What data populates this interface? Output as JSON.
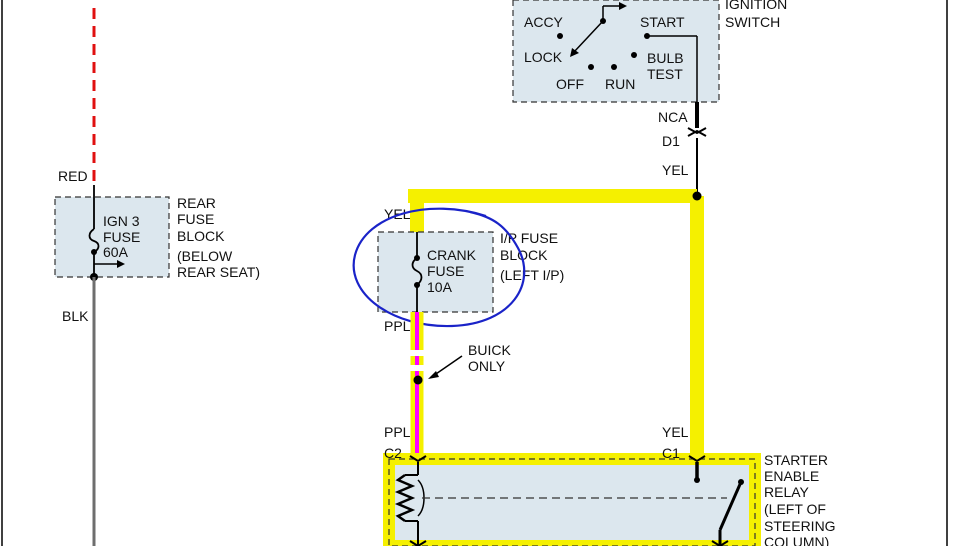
{
  "colors": {
    "wire_yellow": "#f5f000",
    "wire_red": "#e01010",
    "wire_black": "#000000",
    "wire_pink": "#ff00ff",
    "component_fill": "#dce7ee",
    "annotation_ink": "#1a23c8"
  },
  "ignition_switch": {
    "title_line1": "IGNITION",
    "title_line2": "SWITCH",
    "positions": {
      "accy": "ACCY",
      "start": "START",
      "lock": "LOCK",
      "bulb": "BULB",
      "test": "TEST",
      "off": "OFF",
      "run": "RUN"
    },
    "connector": "NCA",
    "pin": "D1",
    "wire_color": "YEL"
  },
  "rear_fuse_block": {
    "fuse_line1": "IGN 3",
    "fuse_line2": "FUSE",
    "fuse_line3": "60A",
    "title_line1": "REAR",
    "title_line2": "FUSE",
    "title_line3": "BLOCK",
    "title_line4": "(BELOW",
    "title_line5": "REAR SEAT)",
    "input_wire": "RED",
    "output_wire": "BLK"
  },
  "ip_fuse_block": {
    "fuse_line1": "CRANK",
    "fuse_line2": "FUSE",
    "fuse_line3": "10A",
    "title_line1": "I/P FUSE",
    "title_line2": "BLOCK",
    "title_line3": "(LEFT I/P)",
    "input_wire": "YEL",
    "output_wire": "PPL"
  },
  "buick_note": {
    "line1": "BUICK",
    "line2": "ONLY"
  },
  "yel_trunk_label": "YEL",
  "relay": {
    "wire_left": "PPL",
    "pin_left": "C2",
    "wire_right": "YEL",
    "pin_right": "C1",
    "title_line1": "STARTER",
    "title_line2": "ENABLE",
    "title_line3": "RELAY",
    "title_line4": "(LEFT OF",
    "title_line5": "STEERING",
    "title_line6": "COLUMN)"
  }
}
